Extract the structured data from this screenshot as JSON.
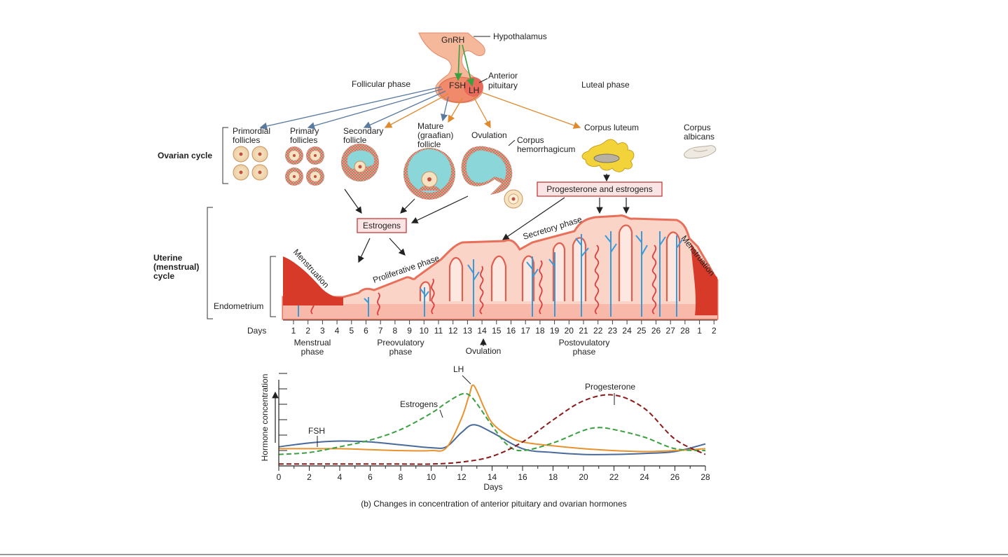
{
  "top": {
    "gnrh": "GnRH",
    "hypothalamus": "Hypothalamus",
    "fsh": "FSH",
    "lh": "LH",
    "anterior_pituitary": [
      "Anterior",
      "pituitary"
    ],
    "follicular_phase": "Follicular phase",
    "luteal_phase": "Luteal phase"
  },
  "ovarian": {
    "title": "Ovarian cycle",
    "primordial": [
      "Primordial",
      "follicles"
    ],
    "primary": [
      "Primary",
      "follicles"
    ],
    "secondary": [
      "Secondary",
      "follicle"
    ],
    "mature": [
      "Mature",
      "(graafian)",
      "follicle"
    ],
    "ovulation": "Ovulation",
    "corpus_hem": [
      "Corpus",
      "hemorrhagicum"
    ],
    "corpus_luteum": "Corpus luteum",
    "corpus_albicans": [
      "Corpus",
      "albicans"
    ],
    "estrogens_box": "Estrogens",
    "prog_box": "Progesterone and estrogens"
  },
  "uterine": {
    "title": [
      "Uterine",
      "(menstrual)",
      "cycle"
    ],
    "endometrium": "Endometrium",
    "menstruation_left": "Menstruation",
    "menstruation_right": "Menstruation",
    "proliferative": "Proliferative phase",
    "secretory": "Secretory phase"
  },
  "days": {
    "label": "Days",
    "ticks": [
      "1",
      "2",
      "3",
      "4",
      "5",
      "6",
      "7",
      "8",
      "9",
      "10",
      "11",
      "12",
      "13",
      "14",
      "15",
      "16",
      "17",
      "18",
      "19",
      "20",
      "21",
      "22",
      "23",
      "24",
      "25",
      "26",
      "27",
      "28",
      "1",
      "2"
    ],
    "menstrual_phase": [
      "Menstrual",
      "phase"
    ],
    "preovulatory_phase": [
      "Preovulatory",
      "phase"
    ],
    "ovulation": "Ovulation",
    "postovulatory_phase": [
      "Postovulatory",
      "phase"
    ]
  },
  "chart_data": {
    "type": "line",
    "xlabel": "Days",
    "ylabel": "Hormone concentration",
    "xlim": [
      0,
      28
    ],
    "xticks": [
      0,
      2,
      4,
      6,
      8,
      10,
      12,
      14,
      16,
      18,
      20,
      22,
      24,
      26,
      28
    ],
    "caption": "(b) Changes in concentration of anterior pituitary and ovarian hormones",
    "series": [
      {
        "name": "FSH",
        "color": "#4a6a9a",
        "dash": "solid",
        "x": [
          0,
          2,
          4,
          6,
          8,
          10,
          11,
          12,
          12.8,
          14,
          16,
          18,
          20,
          22,
          24,
          26,
          28
        ],
        "y": [
          10,
          14,
          16,
          15,
          12,
          9,
          10,
          25,
          33,
          25,
          8,
          4,
          2,
          2,
          3,
          5,
          13
        ]
      },
      {
        "name": "LH",
        "color": "#e8922e",
        "dash": "solid",
        "x": [
          0,
          2,
          4,
          6,
          8,
          10,
          11,
          12,
          12.5,
          12.8,
          13.5,
          14,
          15,
          16,
          18,
          20,
          22,
          24,
          26,
          28
        ],
        "y": [
          8,
          8,
          8,
          7,
          6,
          6,
          9,
          40,
          64,
          74,
          50,
          35,
          22,
          15,
          11,
          8,
          6,
          5,
          6,
          8
        ]
      },
      {
        "name": "Estrogens",
        "color": "#3aa040",
        "dash": "dashed",
        "x": [
          0,
          2,
          4,
          6,
          8,
          10,
          11,
          12,
          12.5,
          13,
          14,
          15,
          16,
          18,
          20,
          21,
          22,
          24,
          26,
          28
        ],
        "y": [
          2,
          4,
          10,
          17,
          28,
          45,
          56,
          65,
          64,
          55,
          32,
          12,
          6,
          14,
          27,
          30,
          28,
          20,
          8,
          6
        ]
      },
      {
        "name": "Progesterone",
        "color": "#8b1a1a",
        "dash": "dashed",
        "x": [
          0,
          2,
          4,
          6,
          8,
          10,
          12,
          14,
          16,
          18,
          20,
          22,
          24,
          26,
          28
        ],
        "y": [
          -8,
          -8,
          -8,
          -8,
          -8,
          -8,
          -6,
          0,
          15,
          38,
          58,
          64,
          50,
          18,
          2
        ]
      }
    ]
  }
}
